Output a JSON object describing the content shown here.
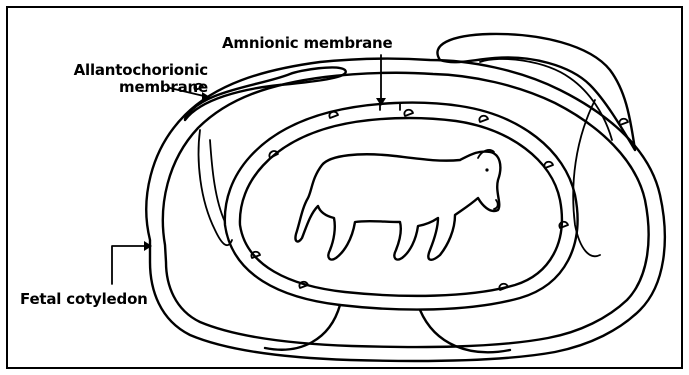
{
  "labels": {
    "amnionic": "Amnionic membrane",
    "allanto_line1": "Allantochorionic",
    "allanto_line2": "membrane",
    "fetal": "Fetal cotyledon"
  },
  "colors": {
    "stroke": "#000000",
    "background": "#ffffff"
  }
}
